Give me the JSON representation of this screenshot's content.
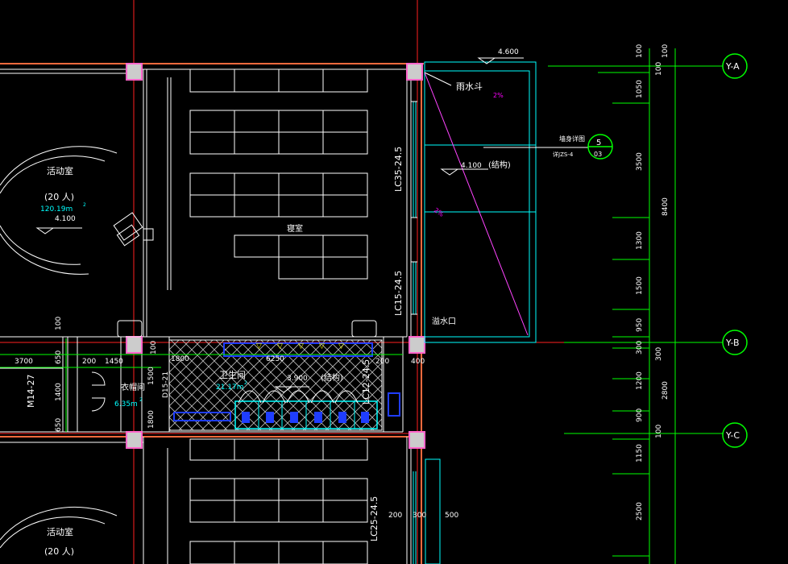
{
  "colors": {
    "background": "#000000",
    "wall": "#ffffff",
    "axis": "#ff2020",
    "slab": "#ff6a3d",
    "dimension": "#00ff00",
    "cyan": "#00ffff",
    "magenta": "#ff00ff",
    "blue": "#1f3dff",
    "column": "#ffb6e6"
  },
  "rooms": {
    "activity_room_1": "活动室",
    "activity_room_1_capacity": "(20 人)",
    "activity_room_1_area": "120.19m",
    "activity_room_1_area_sup": "2",
    "activity_room_1_level": "4.100",
    "bedroom": "寝室",
    "toilet": "卫生间",
    "toilet_area": "21.17m",
    "toilet_area_sup": "2",
    "toilet_level": "3.900",
    "toilet_level_note": "(结构)",
    "cloakroom": "衣帽间",
    "cloakroom_area": "6.35m",
    "cloakroom_area_sup": "2",
    "activity_room_2": "活动室",
    "activity_room_2_capacity": "(20 人)"
  },
  "roof": {
    "level_top": "4.600",
    "rain_outlet": "雨水斗",
    "slope_1": "2%",
    "slope_2": "2%",
    "level_struct": "4.100",
    "level_struct_note": "(结构)",
    "wall_detail": "墙身详图",
    "wall_detail_ref": "详JZS-4",
    "detail_num": "5",
    "detail_sheet": "03",
    "overflow": "溢水口"
  },
  "windows": {
    "lc35": "LC35-24.5",
    "lc15": "LC15-24.5",
    "lc12": "LC12-24.5",
    "lc25": "LC25-24.5",
    "m14": "M14-27",
    "d15": "D15-21"
  },
  "axes": {
    "ya": "Y-A",
    "yb": "Y-B",
    "yc": "Y-C"
  },
  "dims_right": {
    "d100_top_a": "100",
    "d100_top_b": "100",
    "d100_ya": "100",
    "d1050": "1050",
    "d3500": "3500",
    "d1300": "1300",
    "d1500": "1500",
    "d950": "950",
    "d8400": "8400",
    "d300_a": "300",
    "d300_b": "300",
    "d1200": "1200",
    "d2800": "2800",
    "d900": "900",
    "d100_yc": "100",
    "d1150": "1150",
    "d2500": "2500"
  },
  "dims_corridor": {
    "d3700": "3700",
    "d650_top": "650",
    "d100": "100",
    "d200": "200",
    "d1450": "1450",
    "d100_b": "100",
    "d1800_a": "1800",
    "d6250": "6250",
    "d200_b": "200",
    "d400": "400",
    "d1400": "1400",
    "d1500": "1500",
    "d650_bot": "650",
    "d1800_b": "1800"
  },
  "dims_bottom": {
    "d200": "200",
    "d300": "300",
    "d500": "500"
  }
}
